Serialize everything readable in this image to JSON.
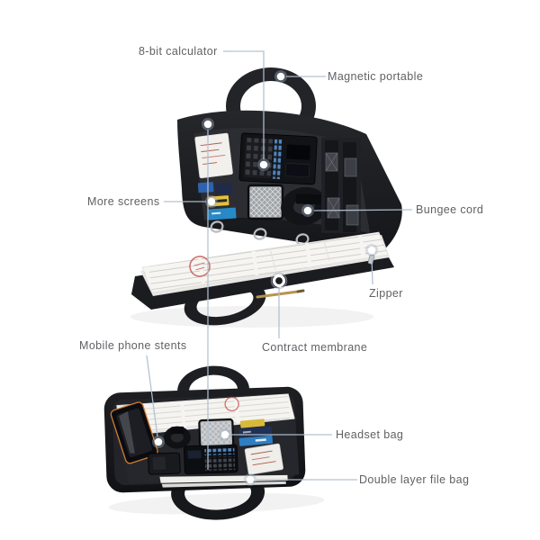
{
  "figure": {
    "type": "annotated-product-image",
    "subject": "zippered portfolio organizer bag shown open in two views"
  },
  "annotations": {
    "labels": [
      {
        "id": "calculator",
        "text": "8-bit calculator",
        "target": "calculator-in-top-view"
      },
      {
        "id": "magnetic",
        "text": "Magnetic portable",
        "target": "carry-handle"
      },
      {
        "id": "screens",
        "text": "More screens",
        "target": "card-pockets"
      },
      {
        "id": "bungee",
        "text": "Bungee cord",
        "target": "elastic-cord-holder"
      },
      {
        "id": "zipper",
        "text": "Zipper",
        "target": "zipper-pull"
      },
      {
        "id": "phone-stents",
        "text": "Mobile phone stents",
        "target": "phone-stand-in-bottom-view"
      },
      {
        "id": "contract",
        "text": "Contract membrane",
        "target": "document-sleeve"
      },
      {
        "id": "headset",
        "text": "Headset bag",
        "target": "mesh-pocket-in-bottom-view"
      },
      {
        "id": "file-bag",
        "text": "Double layer file bag",
        "target": "front-file-slot"
      }
    ]
  },
  "colors": {
    "background": "#ffffff",
    "label_text": "#606165",
    "leader_line": "#b2bfd0",
    "callout_dot": "#ffffff",
    "callout_dot_halo": "#a3b2c6",
    "bag_black": "#1a1b1e",
    "panel_gray": "#2c2d32",
    "document_white": "#f6f5f2",
    "stamp_red": "#c4524c",
    "card_blue": "#2f7ec2",
    "card_navy": "#203157",
    "card_yellow": "#e3c140",
    "phone_trim_orange": "#d07c30",
    "pen_gold": "#b5954e"
  }
}
